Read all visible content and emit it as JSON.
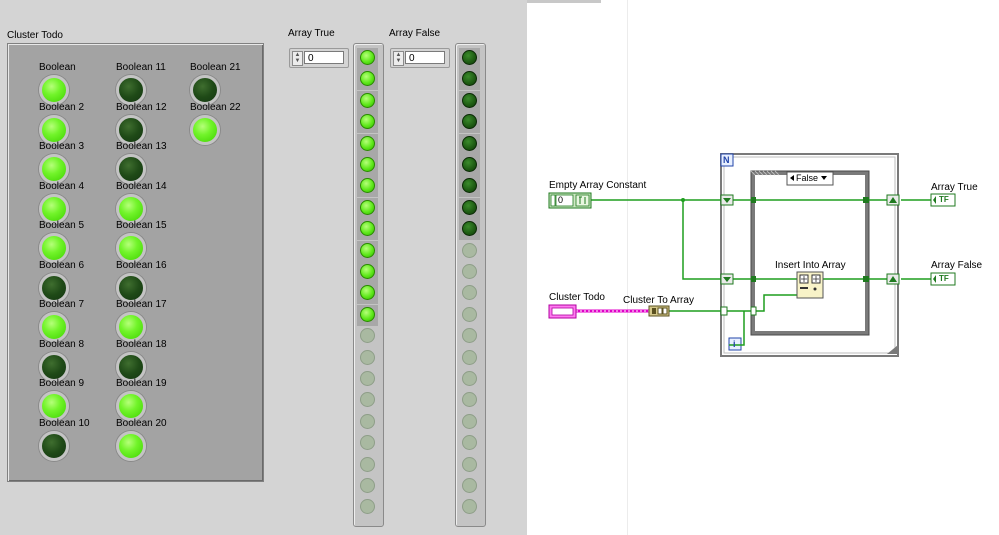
{
  "front_panel": {
    "cluster": {
      "label": "Cluster Todo",
      "booleans": [
        {
          "label": "Boolean",
          "state": "on"
        },
        {
          "label": "Boolean 2",
          "state": "on"
        },
        {
          "label": "Boolean 3",
          "state": "on"
        },
        {
          "label": "Boolean 4",
          "state": "on"
        },
        {
          "label": "Boolean 5",
          "state": "on"
        },
        {
          "label": "Boolean 6",
          "state": "off"
        },
        {
          "label": "Boolean 7",
          "state": "on"
        },
        {
          "label": "Boolean 8",
          "state": "off"
        },
        {
          "label": "Boolean 9",
          "state": "on"
        },
        {
          "label": "Boolean 10",
          "state": "off"
        },
        {
          "label": "Boolean 11",
          "state": "off"
        },
        {
          "label": "Boolean 12",
          "state": "off"
        },
        {
          "label": "Boolean 13",
          "state": "off"
        },
        {
          "label": "Boolean 14",
          "state": "on"
        },
        {
          "label": "Boolean 15",
          "state": "on"
        },
        {
          "label": "Boolean 16",
          "state": "off"
        },
        {
          "label": "Boolean 17",
          "state": "on"
        },
        {
          "label": "Boolean 18",
          "state": "off"
        },
        {
          "label": "Boolean 19",
          "state": "on"
        },
        {
          "label": "Boolean 20",
          "state": "on"
        },
        {
          "label": "Boolean 21",
          "state": "off"
        },
        {
          "label": "Boolean 22",
          "state": "on"
        }
      ]
    },
    "array_true": {
      "label": "Array True",
      "index": "0",
      "filled_count": 13,
      "total_slots": 22
    },
    "array_false": {
      "label": "Array False",
      "index": "0",
      "filled_count": 9,
      "total_slots": 22
    }
  },
  "block_diagram": {
    "empty_array_label": "Empty Array Constant",
    "empty_array_value": "0",
    "cluster_todo_label": "Cluster Todo",
    "cluster_to_array_label": "Cluster To Array",
    "loop_count_symbol": "N",
    "loop_index_symbol": "i",
    "case_selector_value": "False",
    "insert_into_array_label": "Insert Into Array",
    "array_true_label": "Array True",
    "array_false_label": "Array False",
    "indicator_type_text": "TF",
    "colors": {
      "boolean_wire": "#1f9e1f",
      "cluster_wire": "#e000c8"
    }
  }
}
